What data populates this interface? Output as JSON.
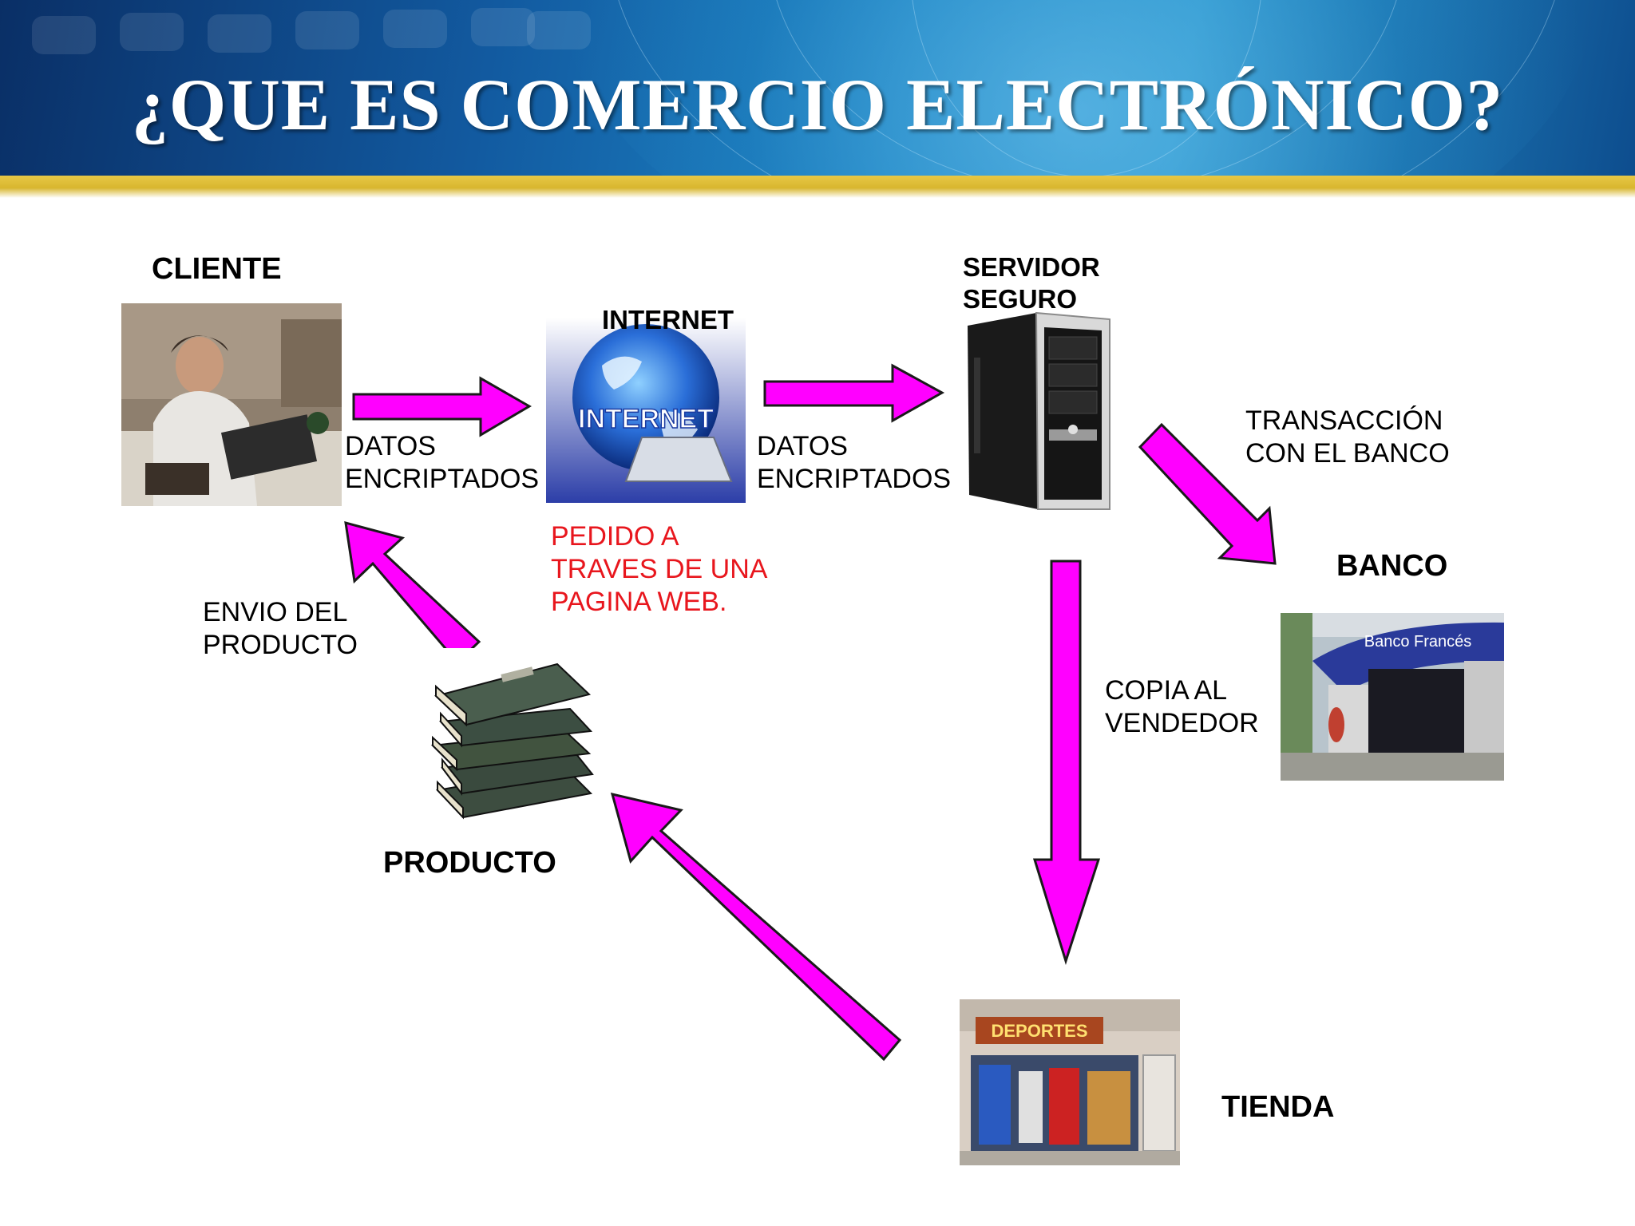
{
  "slide": {
    "title": "¿QUE ES COMERCIO ELECTRÓNICO?"
  },
  "nodes": {
    "cliente": "CLIENTE",
    "internet": "INTERNET",
    "internet_logo_text": "INTERNET",
    "servidor_line1": "SERVIDOR",
    "servidor_line2": "SEGURO",
    "banco": "BANCO",
    "banco_sign": "Banco Francés",
    "producto": "PRODUCTO",
    "tienda": "TIENDA",
    "tienda_sign": "DEPORTES"
  },
  "edges": {
    "datos1_line1": "DATOS",
    "datos1_line2": "ENCRIPTADOS",
    "datos2_line1": "DATOS",
    "datos2_line2": "ENCRIPTADOS",
    "pedido_line1": "PEDIDO A",
    "pedido_line2": "TRAVES DE UNA",
    "pedido_line3": "PAGINA WEB.",
    "transaccion_line1": "TRANSACCIÓN",
    "transaccion_line2": "CON EL BANCO",
    "copia_line1": "COPIA AL",
    "copia_line2": "VENDEDOR",
    "envio_line1": "ENVIO DEL",
    "envio_line2": "PRODUCTO"
  },
  "colors": {
    "arrow_fill": "#ff00ff",
    "arrow_stroke": "#1a1a1a",
    "pedido_text": "#e8161d",
    "gold_band": "#d8b62e"
  }
}
